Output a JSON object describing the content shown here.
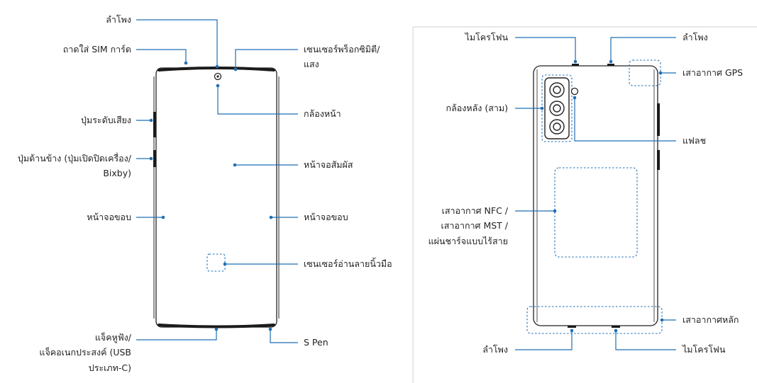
{
  "front": {
    "speaker": "ลำโพง",
    "sim_tray": "ถาดใส่ SIM การ์ด",
    "proximity_sensor_1": "เซนเซอร์พร็อกซิมิตี/",
    "proximity_sensor_2": "แสง",
    "front_camera": "กล้องหน้า",
    "volume_key": "ปุ่มระดับเสียง",
    "side_key_1": "ปุ่มด้านข้าง (ปุ่มเปิดปิดเครื่อง/",
    "side_key_2": "Bixby)",
    "touchscreen": "หน้าจอสัมผัส",
    "edge_screen_left": "หน้าจอขอบ",
    "edge_screen_right": "หน้าจอขอบ",
    "fingerprint_sensor": "เซนเซอร์อ่านลายนิ้วมือ",
    "earphone_jack_1": "แจ็คหูฟัง/",
    "earphone_jack_2": "แจ็คอเนกประสงค์ (USB",
    "earphone_jack_3": "ประเภท-C)",
    "s_pen": "S Pen"
  },
  "back": {
    "microphone_top": "ไมโครโฟน",
    "speaker_top": "ลำโพง",
    "gps_antenna": "เสาอากาศ GPS",
    "rear_camera": "กล้องหลัง (สาม)",
    "flash": "แฟลช",
    "nfc_1": "เสาอากาศ NFC /",
    "nfc_2": "เสาอากาศ MST /",
    "nfc_3": "แผ่นชาร์จแบบไร้สาย",
    "main_antenna": "เสาอากาศหลัก",
    "speaker_bottom": "ลำโพง",
    "microphone_bottom": "ไมโครโฟน"
  }
}
